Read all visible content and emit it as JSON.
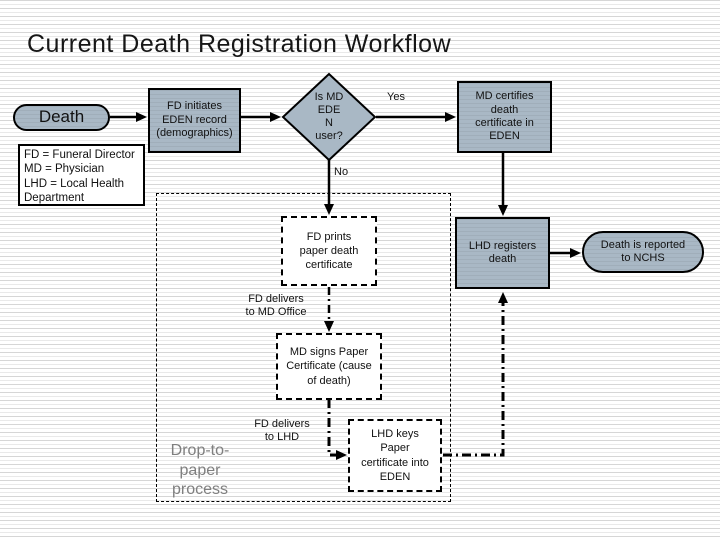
{
  "title": "Current Death Registration Workflow",
  "colors": {
    "shape_fill": "#a9b8c5",
    "background_stripe": "#d6d6d6",
    "connector": "#000000",
    "muted_text": "#7f7f7f"
  },
  "legend": {
    "lines": [
      "FD = Funeral Director",
      "MD = Physician",
      "LHD = Local Health",
      "Department"
    ]
  },
  "nodes": {
    "death": {
      "text": "Death",
      "lines": [
        "Death"
      ]
    },
    "fd_initiates": {
      "text": "FD initiates EDEN record (demographics)",
      "lines": [
        "FD initiates",
        "EDEN record",
        "(demographics)"
      ]
    },
    "is_md_eden_user": {
      "text": "Is MD EDEN user?",
      "lines": [
        "Is MD",
        "EDE",
        "N",
        "user?"
      ]
    },
    "md_certifies": {
      "text": "MD certifies death certificate in EDEN",
      "lines": [
        "MD certifies",
        "death",
        "certificate in",
        "EDEN"
      ]
    },
    "lhd_registers": {
      "text": "LHD registers death",
      "lines": [
        "LHD registers",
        "death"
      ]
    },
    "death_reported": {
      "text": "Death is reported to NCHS",
      "lines": [
        "Death is reported",
        "to NCHS"
      ]
    },
    "fd_prints": {
      "text": "FD prints paper death certificate",
      "lines": [
        "FD prints",
        "paper death",
        "certificate"
      ]
    },
    "md_signs": {
      "text": "MD signs Paper Certificate (cause of death)",
      "lines": [
        "MD signs Paper",
        "Certificate (cause",
        "of death)"
      ]
    },
    "lhd_keys": {
      "text": "LHD keys Paper certificate into EDEN",
      "lines": [
        "LHD keys",
        "Paper",
        "certificate into",
        "EDEN"
      ]
    }
  },
  "labels": {
    "yes": {
      "text": "Yes",
      "lines": [
        "Yes"
      ]
    },
    "no": {
      "text": "No",
      "lines": [
        "No"
      ]
    },
    "fd_delivers_md": {
      "text": "FD delivers to MD Office",
      "lines": [
        "FD delivers",
        "to MD Office"
      ]
    },
    "fd_delivers_lhd": {
      "text": "FD delivers to LHD",
      "lines": [
        "FD delivers",
        "to LHD"
      ]
    },
    "drop_to_paper": {
      "text": "Drop-to-paper process",
      "lines": [
        "Drop-to-",
        "paper",
        "process"
      ]
    }
  }
}
